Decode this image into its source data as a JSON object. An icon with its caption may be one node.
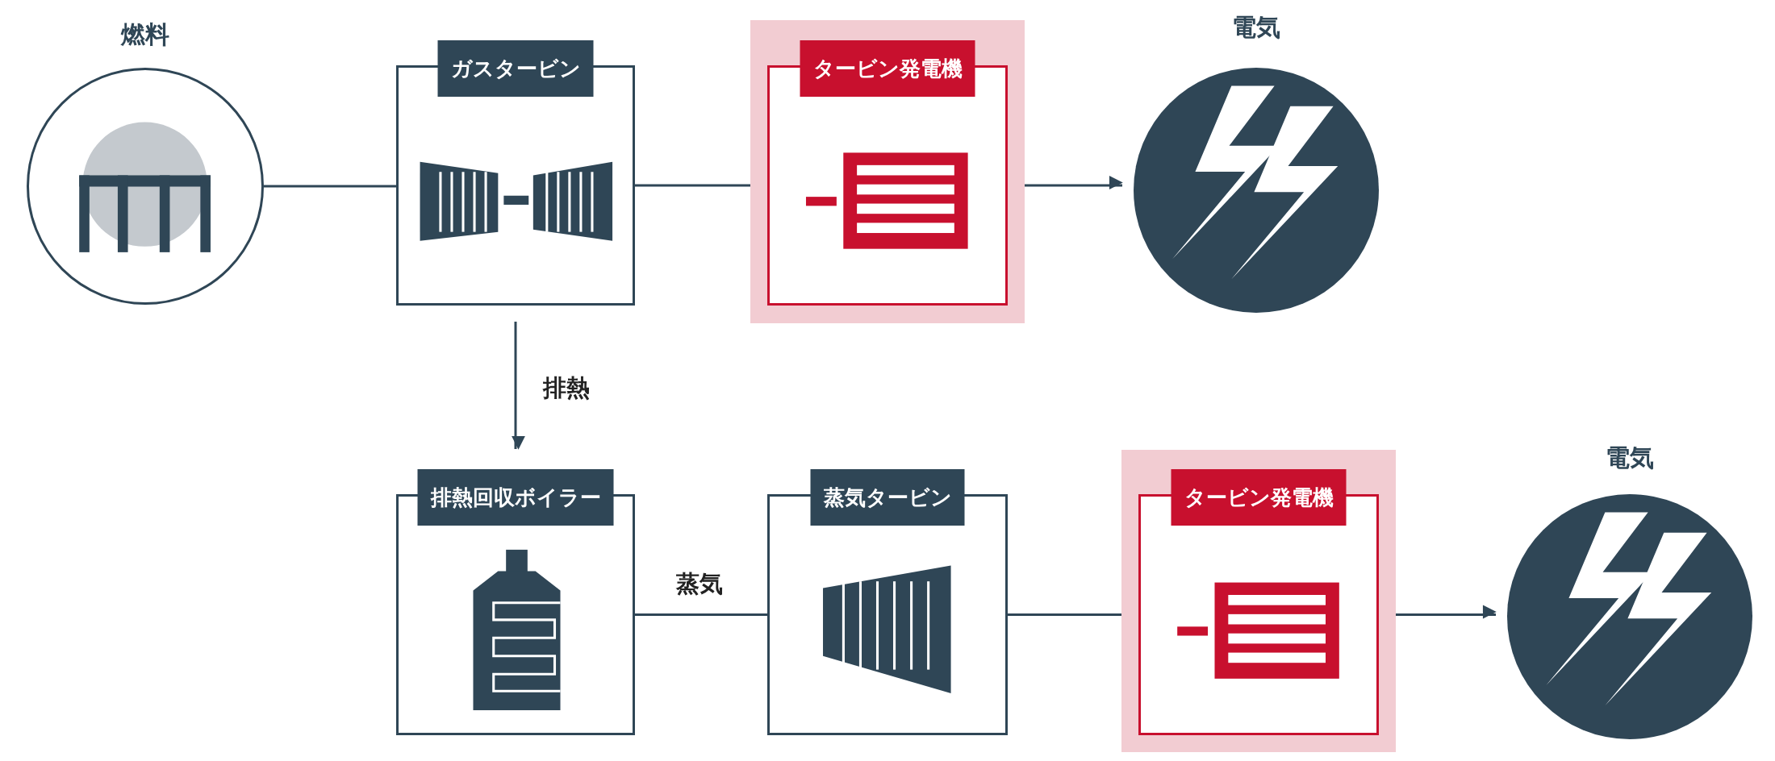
{
  "diagram": {
    "nodes": [
      {
        "text": [
          "燃料"
        ]
      },
      {
        "text": [
          "ガスタービン"
        ]
      },
      {
        "text": [
          "タービン発電機"
        ]
      },
      {
        "text": [
          "電気"
        ]
      },
      {
        "text": [
          "排熱回収ボイラー"
        ]
      },
      {
        "text": [
          "蒸気タービン"
        ]
      },
      {
        "text": [
          "タービン発電機"
        ]
      },
      {
        "text": [
          "電気"
        ]
      }
    ],
    "edges": [
      {
        "from": 0,
        "to": 1,
        "arrow": "none"
      },
      {
        "from": 1,
        "to": 2,
        "arrow": "none"
      },
      {
        "from": 2,
        "to": 3,
        "arrow": "to"
      },
      {
        "from": 1,
        "to": 4,
        "arrow": "to",
        "label": "排熱"
      },
      {
        "from": 4,
        "to": 5,
        "arrow": "none",
        "label": "蒸気"
      },
      {
        "from": 5,
        "to": 6,
        "arrow": "none"
      },
      {
        "from": 6,
        "to": 7,
        "arrow": "to"
      }
    ]
  }
}
